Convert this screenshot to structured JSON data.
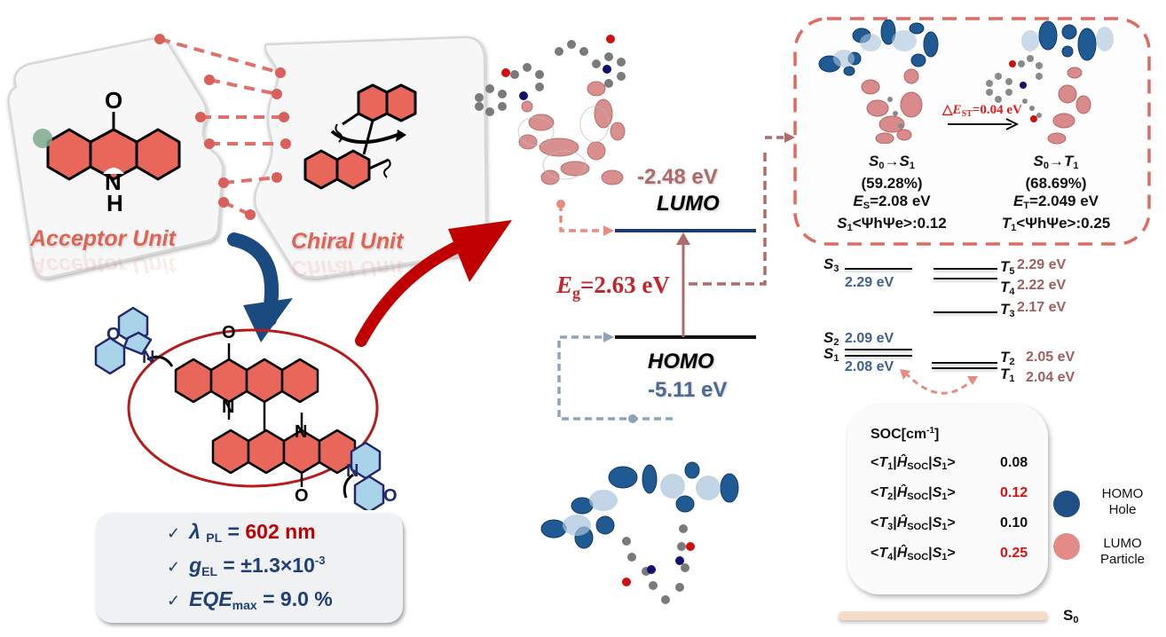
{
  "colors": {
    "acceptor_fill": "#e8675a",
    "donor_fill": "#a9d3e8",
    "donor_stroke": "#23286b",
    "red_accent": "#c00000",
    "blue_accent": "#1e4f80",
    "lumo_pink": "#d98a8a",
    "homo_blue": "#1f5a92",
    "ellipse": "#b51c1c"
  },
  "top_left": {
    "acceptor_label": "Acceptor Unit",
    "chiral_label": "Chiral Unit",
    "acceptor_atoms": {
      "o": "O",
      "n": "N",
      "h": "H"
    }
  },
  "molecule": {
    "atoms": {
      "o_top": "O",
      "o_bottom": "O",
      "n_top": "N",
      "n_bottom": "N",
      "donor1_o": "O",
      "donor1_n": "N",
      "donor2_o": "O",
      "donor2_n": "N"
    }
  },
  "properties": {
    "items": [
      {
        "check": "✓",
        "symbol": "λ",
        "sub": "PL",
        "eq": " = ",
        "value": "602 nm"
      },
      {
        "check": "✓",
        "symbol": "g",
        "sub": "EL",
        "eq": " = ",
        "value": "±1.3×10",
        "sup": "-3"
      },
      {
        "check": "✓",
        "symbol": "EQE",
        "sub": "max",
        "eq": " = ",
        "value": "9.0 %"
      }
    ]
  },
  "orbitals": {
    "lumo_energy": "-2.48 eV",
    "lumo_label": "LUMO",
    "homo_label": "HOMO",
    "homo_energy": "-5.11 eV",
    "gap_symbol": "E",
    "gap_sub": "g",
    "gap_value": "=2.63 eV"
  },
  "transitions": {
    "delta_est_prefix": "△",
    "delta_est_symbol": "E",
    "delta_est_sub": "ST",
    "delta_est_value": "=0.04 eV",
    "s1": {
      "from": "S",
      "from_sub": "0",
      "arrow": "→",
      "to": "S",
      "to_sub": "1",
      "percent": "(59.28%)",
      "energy_sym": "E",
      "energy_sub": "S",
      "energy_val": "=2.08 eV",
      "overlap_sym": "S",
      "overlap_sub": "1",
      "overlap_val": "<ΨhΨe>:0.12"
    },
    "t1": {
      "from": "S",
      "from_sub": "0",
      "arrow": "→",
      "to": "T",
      "to_sub": "1",
      "percent": "(68.69%)",
      "energy_sym": "E",
      "energy_sub": "T",
      "energy_val": "=2.049 eV",
      "overlap_sym": "T",
      "overlap_sub": "1",
      "overlap_val": "<ΨhΨe>:0.25"
    }
  },
  "levels": {
    "singlets": [
      {
        "name": "S",
        "sub": "3",
        "energy": "2.29 eV"
      },
      {
        "name": "S",
        "sub": "2",
        "energy": "2.09 eV"
      },
      {
        "name": "S",
        "sub": "1",
        "energy": "2.08 eV"
      }
    ],
    "triplets": [
      {
        "name": "T",
        "sub": "5",
        "energy": "2.29 eV"
      },
      {
        "name": "T",
        "sub": "4",
        "energy": "2.22 eV"
      },
      {
        "name": "T",
        "sub": "3",
        "energy": "2.17 eV"
      },
      {
        "name": "T",
        "sub": "2",
        "energy": "2.05 eV"
      },
      {
        "name": "T",
        "sub": "1",
        "energy": "2.04 eV"
      }
    ],
    "ground": {
      "name": "S",
      "sub": "0"
    }
  },
  "soc": {
    "title": "SOC[cm",
    "title_sup": "-1",
    "title_end": "]",
    "rows": [
      {
        "t": "T",
        "t_sub": "1",
        "h": "Ĥ",
        "h_sub": "SOC",
        "s": "S",
        "s_sub": "1",
        "value": "0.08",
        "highlight": false
      },
      {
        "t": "T",
        "t_sub": "2",
        "h": "Ĥ",
        "h_sub": "SOC",
        "s": "S",
        "s_sub": "1",
        "value": "0.12",
        "highlight": true
      },
      {
        "t": "T",
        "t_sub": "3",
        "h": "Ĥ",
        "h_sub": "SOC",
        "s": "S",
        "s_sub": "1",
        "value": "0.10",
        "highlight": false
      },
      {
        "t": "T",
        "t_sub": "4",
        "h": "Ĥ",
        "h_sub": "SOC",
        "s": "S",
        "s_sub": "1",
        "value": "0.25",
        "highlight": true
      }
    ]
  },
  "legend": {
    "homo_line1": "HOMO",
    "homo_line2": "Hole",
    "lumo_line1": "LUMO",
    "lumo_line2": "Particle"
  }
}
